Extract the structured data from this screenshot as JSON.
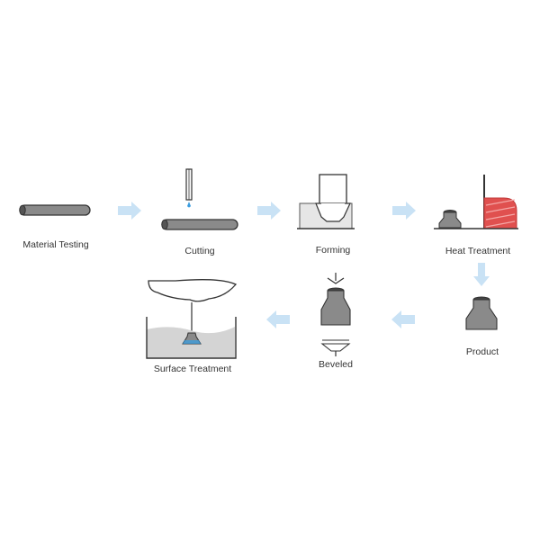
{
  "steps": {
    "material_testing": "Material Testing",
    "cutting": "Cutting",
    "forming": "Forming",
    "heat_treatment": "Heat Treatment",
    "product": "Product",
    "beveled": "Beveled",
    "surface_treatment": "Surface Treatment"
  },
  "colors": {
    "arrow": "#c9e2f5",
    "steel": "#8a8a8a",
    "steel_dark": "#555555",
    "outline": "#333333",
    "water": "#3a9de0",
    "furnace": "#e0504f",
    "bath": "#d4d4d4",
    "die": "#e6e6e6"
  },
  "icons": [
    "pipe-icon",
    "cutting-blade-icon",
    "forming-press-icon",
    "furnace-icon",
    "reducer-product-icon",
    "bevel-tool-icon",
    "dip-tank-icon",
    "flow-arrow-icon"
  ]
}
